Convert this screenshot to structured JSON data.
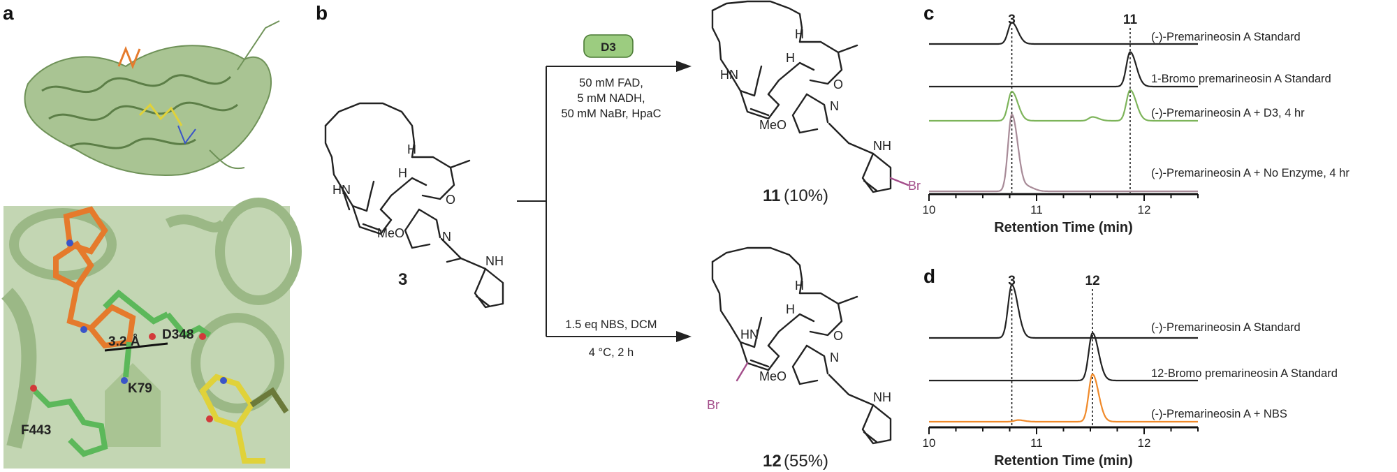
{
  "panels": {
    "a": "a",
    "b": "b",
    "c": "c",
    "d": "d"
  },
  "structure_labels": {
    "H": "H",
    "NH": "NH",
    "HN": "HN",
    "N": "N",
    "O": "O",
    "MeO": "MeO",
    "Br": "Br"
  },
  "protein": {
    "residues": [
      "D348",
      "K79",
      "F443"
    ],
    "distance": "3.2 Å"
  },
  "scheme": {
    "start_compound": "3",
    "enzyme_badge": "D3",
    "top_conditions": [
      "50 mM FAD,",
      "5 mM NADH,",
      "50 mM NaBr, HpaC"
    ],
    "bottom_conditions": [
      "1.5 eq NBS, DCM",
      "4 °C, 2 h"
    ],
    "product_top": {
      "number": "11",
      "yield": "(10%)"
    },
    "product_bottom": {
      "number": "12",
      "yield": "(55%)"
    }
  },
  "colors": {
    "protein_green": "#8fae78",
    "ligand_orange": "#e57a2c",
    "badge_green": "#9ccc80",
    "bromine_pink": "#a34d8a",
    "trace_black": "#222222",
    "trace_green": "#7db45a",
    "trace_mauve": "#a88b98",
    "trace_orange": "#f08a2a"
  },
  "chart_data": [
    {
      "type": "line",
      "panel": "c",
      "xlabel": "Retention Time (min)",
      "xlim": [
        10,
        12.5
      ],
      "xticks": [
        10,
        11,
        12
      ],
      "peak_markers": [
        {
          "label": "3",
          "x": 10.77
        },
        {
          "label": "11",
          "x": 11.87
        }
      ],
      "series": [
        {
          "name": "(-)-Premarineosin A Standard",
          "color": "#222222",
          "peaks": [
            {
              "x": 10.77,
              "height": 0.28
            }
          ]
        },
        {
          "name": "1-Bromo premarineosin A Standard",
          "color": "#222222",
          "peaks": [
            {
              "x": 11.87,
              "height": 0.45
            }
          ]
        },
        {
          "name": "(-)-Premarineosin A + D3, 4 hr",
          "color": "#7db45a",
          "peaks": [
            {
              "x": 10.77,
              "height": 0.38
            },
            {
              "x": 11.52,
              "height": 0.05
            },
            {
              "x": 11.87,
              "height": 0.4
            }
          ]
        },
        {
          "name": "(-)-Premarineosin A + No Enzyme, 4 hr",
          "color": "#a88b98",
          "peaks": [
            {
              "x": 10.77,
              "height": 1.0
            },
            {
              "x": 10.93,
              "height": 0.05
            }
          ]
        }
      ]
    },
    {
      "type": "line",
      "panel": "d",
      "xlabel": "Retention Time (min)",
      "xlim": [
        10,
        12.5
      ],
      "xticks": [
        10,
        11,
        12
      ],
      "peak_markers": [
        {
          "label": "3",
          "x": 10.77
        },
        {
          "label": "12",
          "x": 11.52
        }
      ],
      "series": [
        {
          "name": "(-)-Premarineosin A Standard",
          "color": "#222222",
          "peaks": [
            {
              "x": 10.77,
              "height": 0.95
            }
          ]
        },
        {
          "name": "12-Bromo premarineosin A Standard",
          "color": "#222222",
          "peaks": [
            {
              "x": 11.52,
              "height": 0.85
            }
          ]
        },
        {
          "name": "(-)-Premarineosin A + NBS",
          "color": "#f08a2a",
          "peaks": [
            {
              "x": 10.83,
              "height": 0.03
            },
            {
              "x": 11.52,
              "height": 0.85
            }
          ]
        }
      ]
    }
  ]
}
